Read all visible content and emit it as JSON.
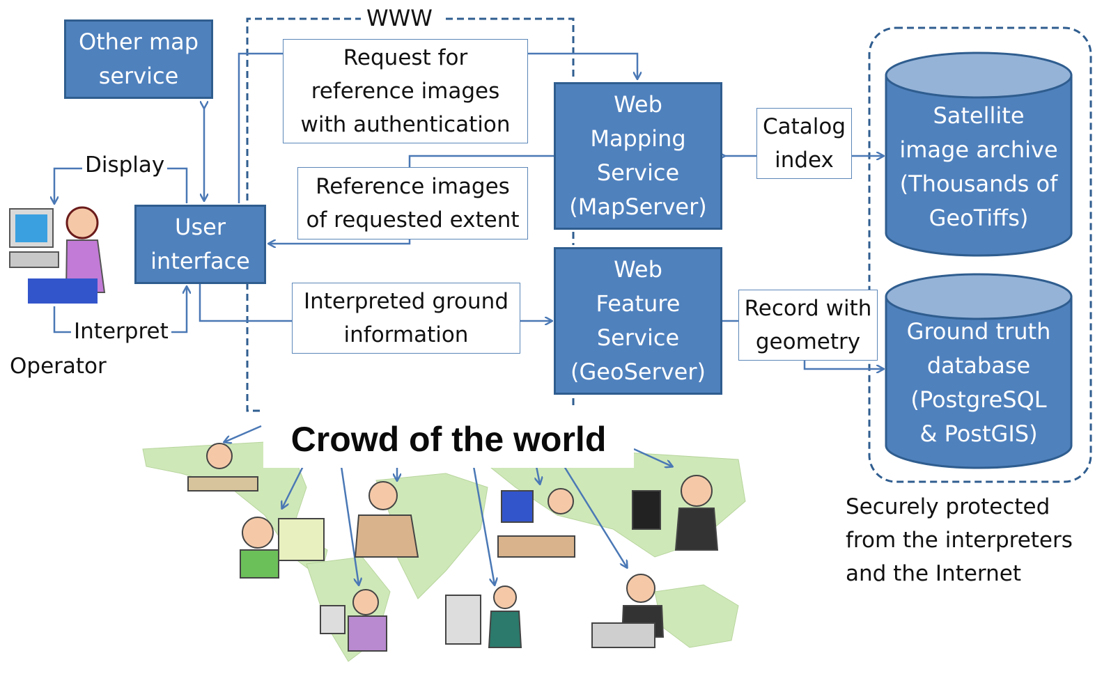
{
  "title_www": "WWW",
  "nodes": {
    "other_map_service": "Other map\nservice",
    "user_interface": "User\ninterface",
    "wms": "Web\nMapping\nService\n(MapServer)",
    "wfs": "Web\nFeature\nService\n(GeoServer)",
    "satellite_archive": "Satellite\nimage archive\n(Thousands of\nGeoTiffs)",
    "ground_truth_db": "Ground truth\ndatabase\n(PostgreSQL\n& PostGIS)"
  },
  "edge_labels": {
    "request": "Request for\nreference images\nwith authentication",
    "reference_images": "Reference images\nof requested extent",
    "interpreted": "Interpreted ground\ninformation",
    "catalog": "Catalog\nindex",
    "record": "Record with\ngeometry",
    "display": "Display",
    "interpret": "Interpret"
  },
  "operator_label": "Operator",
  "crowd_label": "Crowd of the world",
  "secure_note": "Securely protected\nfrom the interpreters\nand the Internet",
  "colors": {
    "box_fill": "#4f81bd",
    "box_border": "#2f5d8f",
    "arrow": "#4a78b5",
    "map_land": "#cfe8b8"
  }
}
